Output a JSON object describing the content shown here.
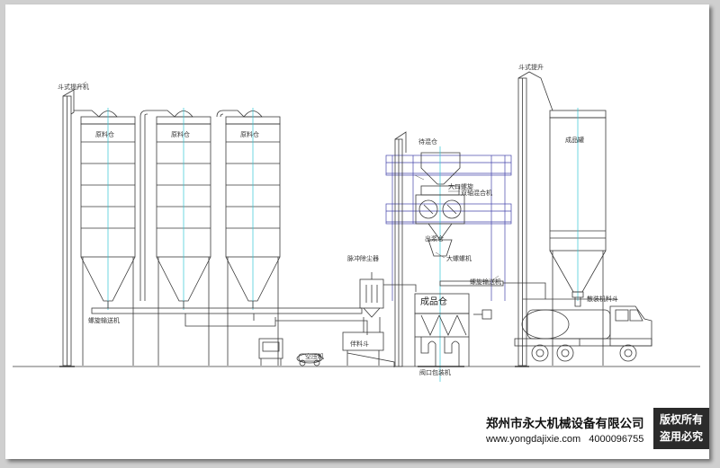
{
  "diagram": {
    "labels": {
      "bucket_elevator_left": "斗式提升机",
      "silo_1": "原料仓",
      "silo_2": "原料仓",
      "silo_3": "原料仓",
      "screw_conveyor_left": "螺旋输送机",
      "premix_bin": "待混仓",
      "mixer": "双轴混合机",
      "mixer_top": "大口螺旋",
      "outfeed_bin": "出浆仓",
      "screw_machine": "大螺螺机",
      "screw_conveyor_mid": "螺旋输送机",
      "dust_collector": "脉冲除尘器",
      "finished_bin": "成品仓",
      "packer": "阀口包装机",
      "mixer_tank": "伴料斗",
      "air_compressor": "空压机",
      "elevator_right": "斗式提升",
      "product_tank": "成品罐",
      "bulk_loader": "散装机料斗"
    }
  },
  "watermark": {
    "company": "郑州市永大机械设备有限公司",
    "website": "www.yongdajixie.com",
    "phone": "4000096755",
    "rights_line1": "版权所有",
    "rights_line2": "盗用必究"
  },
  "colors": {
    "line": "#3a3a3a",
    "cyan": "#33c6d6",
    "frame_blue": "#4444aa"
  }
}
